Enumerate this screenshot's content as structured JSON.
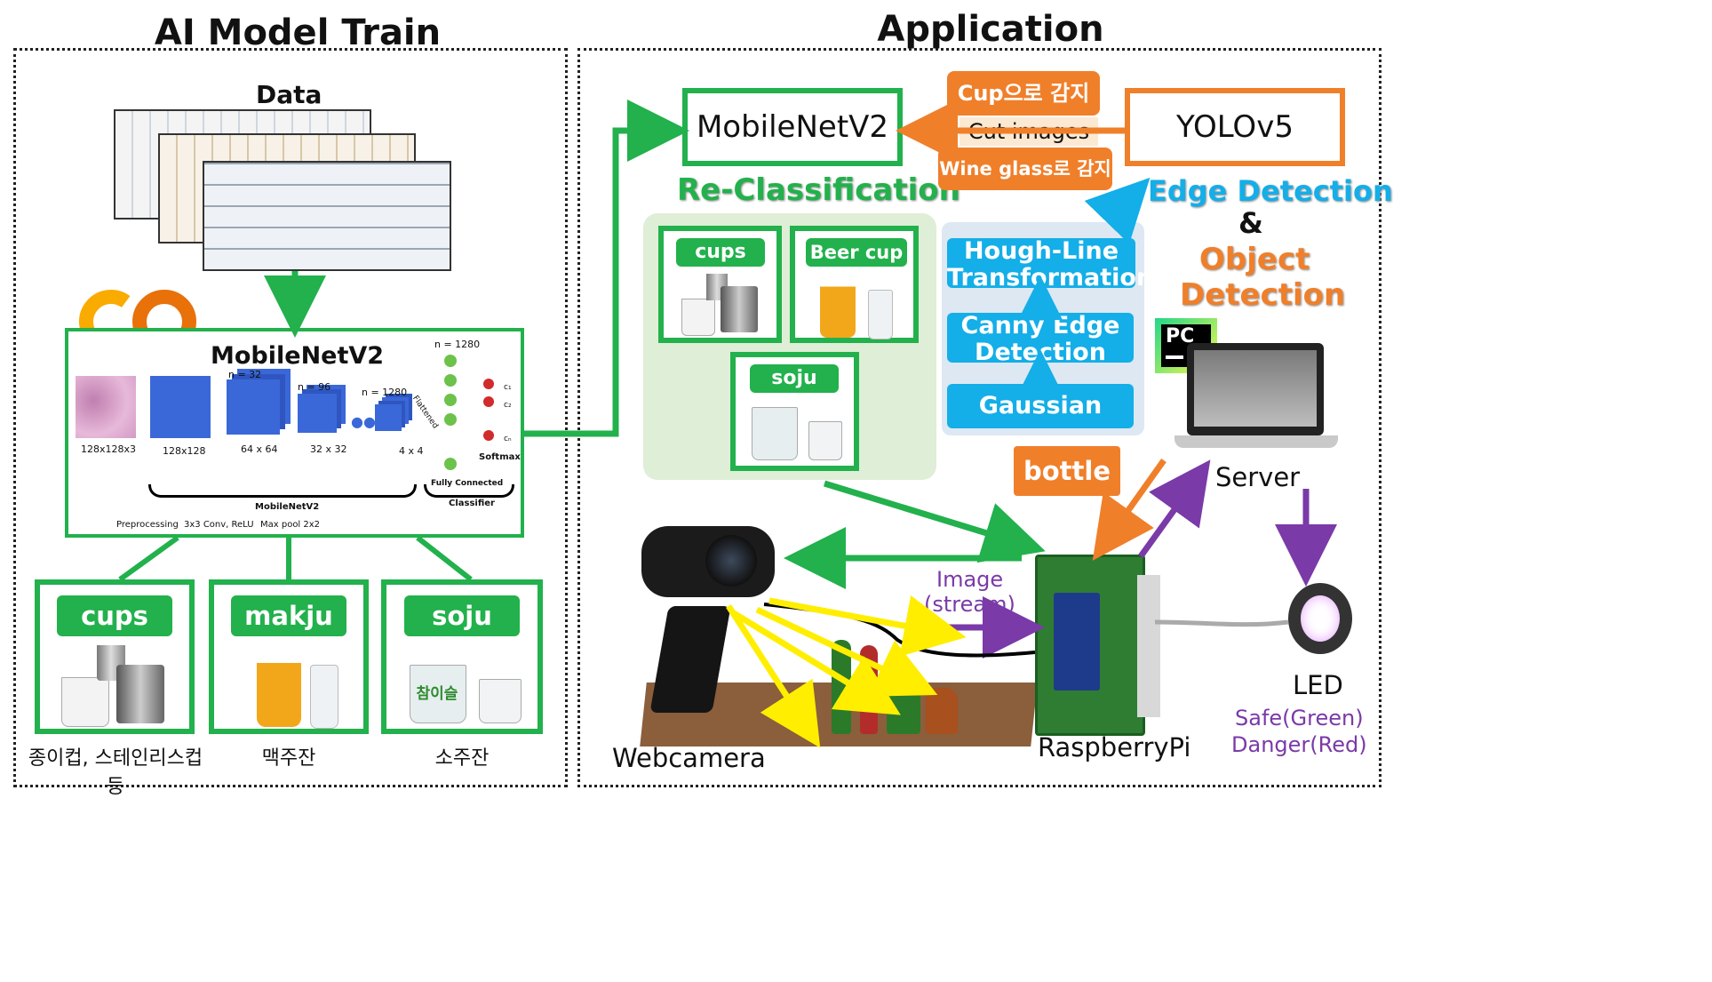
{
  "left_panel": {
    "title": "AI Model Train",
    "data_label": "Data",
    "model": {
      "title": "MobileNetV2",
      "input_size": "128x128x3",
      "stage_sizes": [
        "128x128",
        "64 x 64",
        "32 x 32",
        "4 x 4"
      ],
      "n_labels": [
        "n = 32",
        "n = 96",
        "n = 1280",
        "n = 1280"
      ],
      "flattened": "Flattened",
      "softmax": "Softmax",
      "fully_connected": "Fully Connected",
      "brace_label": "MobileNetV2",
      "classifier": "Classifier",
      "legend": [
        "Preprocessing",
        "3x3 Conv, ReLU",
        "Max pool 2x2"
      ],
      "outputs": [
        "c₁",
        "c₂",
        "cₙ"
      ]
    },
    "classes": [
      {
        "label": "cups",
        "caption": "종이컵, 스테인리스컵 등"
      },
      {
        "label": "makju",
        "caption": "맥주잔"
      },
      {
        "label": "soju",
        "caption": "소주잔"
      }
    ]
  },
  "right_panel": {
    "title": "Application",
    "mobilenet": "MobileNetV2",
    "reclassification": "Re-Classification",
    "reclass_classes": [
      "cups",
      "Beer cup",
      "soju"
    ],
    "soju_glass_text": "참이슬",
    "yolo": "YOLOv5",
    "cup_detect": "Cup으로 감지",
    "cut_images": "Cut images",
    "wine_detect": "Wine glass로 감지",
    "edge_detection": "Edge Detection",
    "amp": "&",
    "object_detection_1": "Object",
    "object_detection_2": "Detection",
    "pipeline": [
      "Hough-Line Transformation",
      "Canny Edge Detection",
      "Gaussian Blur"
    ],
    "bottle": "bottle",
    "pc_logo": "PC",
    "server": "Server",
    "image_stream_1": "Image",
    "image_stream_2": "(stream)",
    "webcamera": "Webcamera",
    "raspberrypi": "RaspberryPi",
    "led": "LED",
    "safe": "Safe(Green)",
    "danger": "Danger(Red)"
  },
  "colors": {
    "green": "#22b14c",
    "orange": "#f07f2a",
    "blue": "#14aee8",
    "purple": "#7a3aa8",
    "yellow": "#ffee00"
  }
}
